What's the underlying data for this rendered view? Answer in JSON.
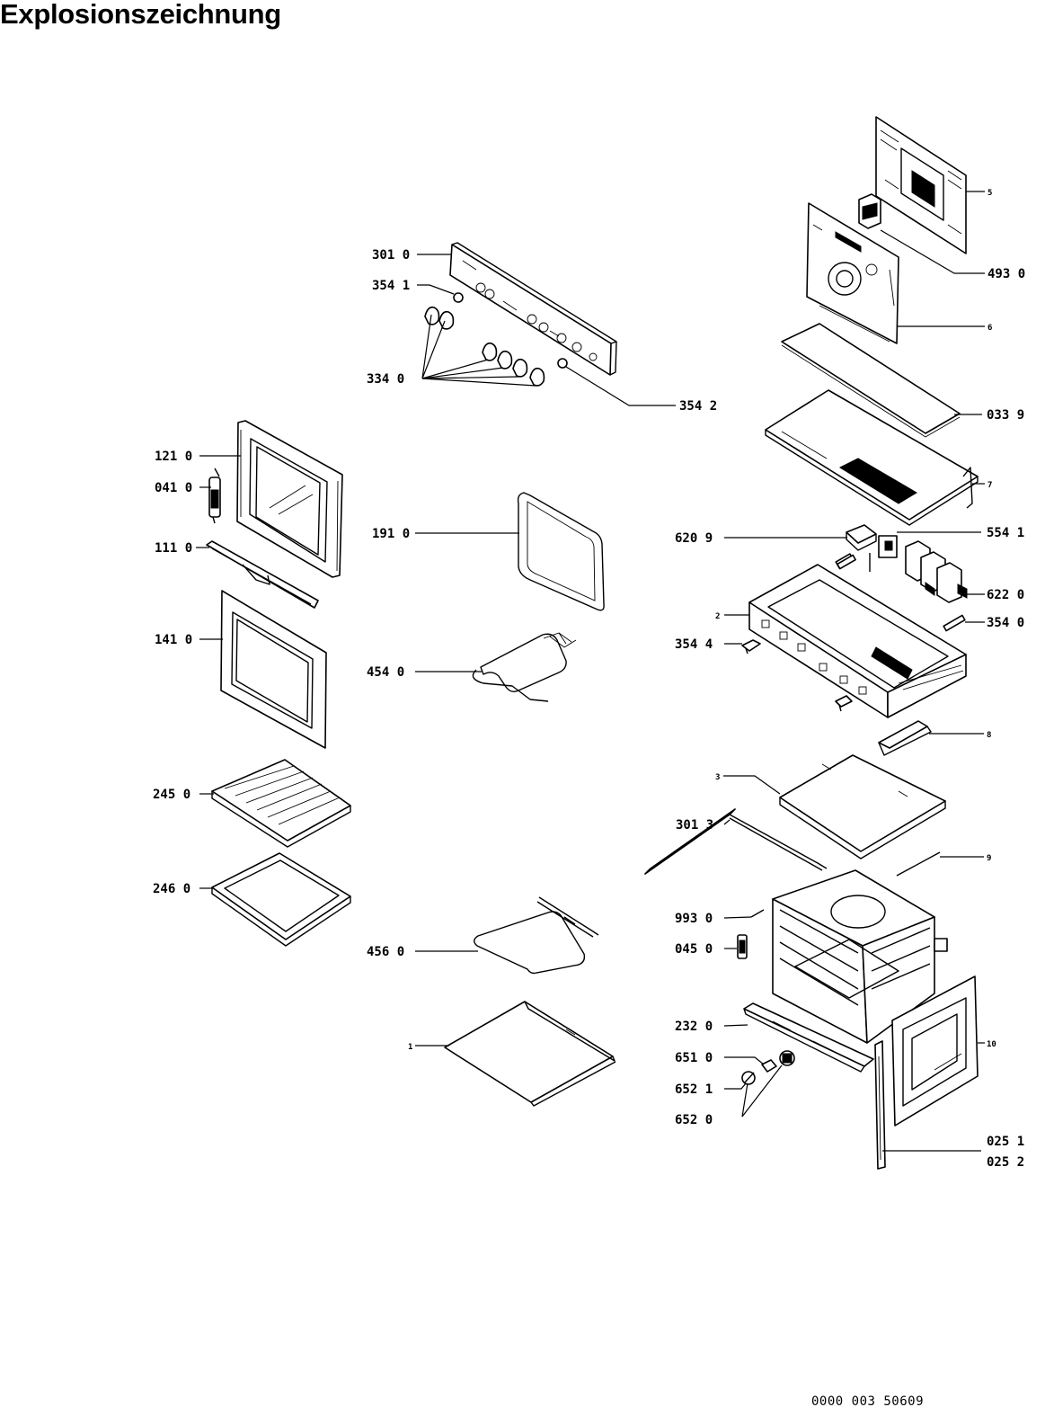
{
  "title": "Explosionszeichnung",
  "document_code": "0000 003 50609",
  "callouts": {
    "c301_0": "301 0",
    "c354_1": "354 1",
    "c334_0": "334 0",
    "c354_2": "354 2",
    "c121_0": "121 0",
    "c041_0": "041 0",
    "c111_0": "111 0",
    "c141_0": "141 0",
    "c191_0": "191 0",
    "c454_0": "454 0",
    "c245_0": "245 0",
    "c246_0": "246 0",
    "c456_0": "456 0",
    "c1": "1",
    "c5": "5",
    "c493_0": "493 0",
    "c6": "6",
    "c033_9": "033 9",
    "c7": "7",
    "c620_9": "620 9",
    "c554_1": "554 1",
    "c622_0": "622 0",
    "c2": "2",
    "c354_0": "354 0",
    "c354_4": "354 4",
    "c8": "8",
    "c3": "3",
    "c301_3": "301 3",
    "c9": "9",
    "c993_0": "993 0",
    "c045_0": "045 0",
    "c232_0": "232 0",
    "c651_0": "651 0",
    "c652_1": "652 1",
    "c652_0": "652 0",
    "c10": "10",
    "c025_1": "025 1",
    "c025_2": "025 2"
  }
}
